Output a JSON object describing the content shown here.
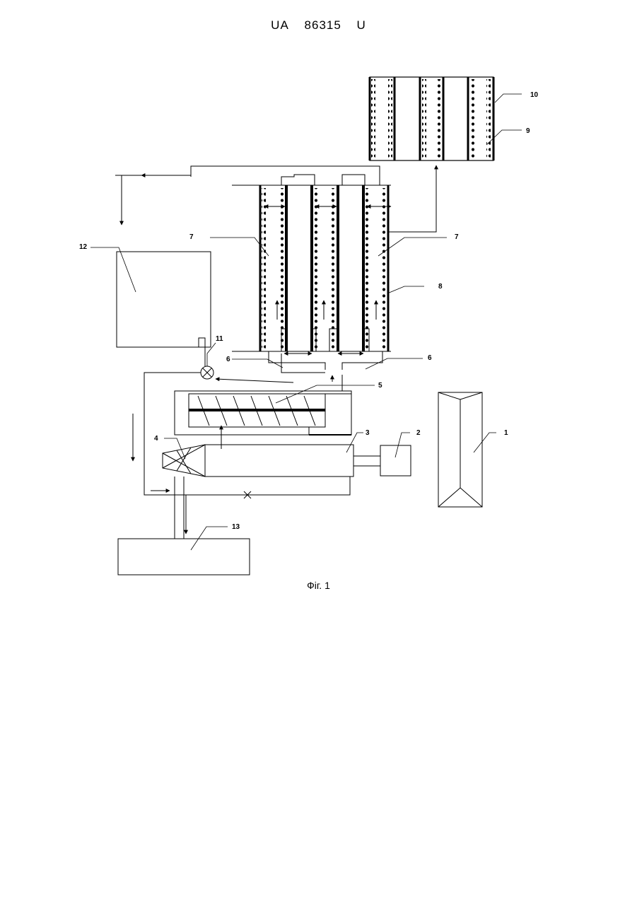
{
  "header": {
    "country": "UA",
    "number": "86315",
    "kind": "U"
  },
  "figure": {
    "caption": "Фіг. 1",
    "labels": {
      "l1": "1",
      "l2": "2",
      "l3": "3",
      "l4": "4",
      "l5": "5",
      "l6a": "6",
      "l6b": "6",
      "l7a": "7",
      "l7b": "7",
      "l8": "8",
      "l9": "9",
      "l10": "10",
      "l11": "11",
      "l12": "12",
      "l13": "13"
    }
  }
}
